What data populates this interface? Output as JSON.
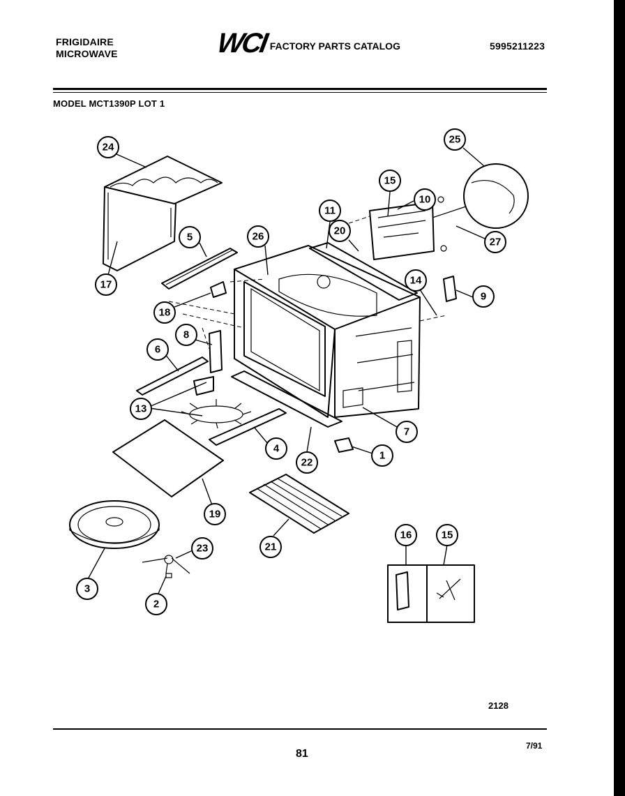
{
  "header": {
    "brand_line1": "FRIGIDAIRE",
    "brand_line2": "MICROWAVE",
    "logo": "WCI",
    "catalog_title": "FACTORY PARTS CATALOG",
    "part_number": "5995211223"
  },
  "model_line": "MODEL MCT1390P LOT 1",
  "diagram": {
    "callouts": [
      "24",
      "25",
      "15",
      "10",
      "11",
      "26",
      "20",
      "27",
      "5",
      "17",
      "18",
      "14",
      "9",
      "8",
      "6",
      "13",
      "7",
      "4",
      "22",
      "1",
      "19",
      "21",
      "3",
      "23",
      "2",
      "16",
      "15"
    ]
  },
  "footer": {
    "figure_code": "2128",
    "page_number": "81",
    "date": "7/91"
  }
}
